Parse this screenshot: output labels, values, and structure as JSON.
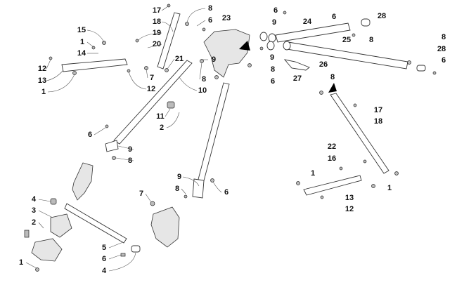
{
  "title": "Steering column assembly exploded parts diagram",
  "callouts": [
    "17",
    "8",
    "6",
    "23",
    "18",
    "15",
    "19",
    "1",
    "20",
    "14",
    "21",
    "9",
    "12",
    "7",
    "8",
    "13",
    "12",
    "1",
    "10",
    "11",
    "2",
    "6",
    "6",
    "6",
    "28",
    "24",
    "9",
    "25",
    "8",
    "8",
    "28",
    "9",
    "6",
    "26",
    "8",
    "27",
    "6",
    "8",
    "17",
    "18",
    "9",
    "8",
    "9",
    "8",
    "6",
    "7",
    "4",
    "3",
    "2",
    "5",
    "6",
    "1",
    "4",
    "22",
    "16",
    "1",
    "1",
    "13",
    "12"
  ],
  "colors": {
    "line": "#333333",
    "label": "#111111",
    "pointer": "#000000"
  }
}
